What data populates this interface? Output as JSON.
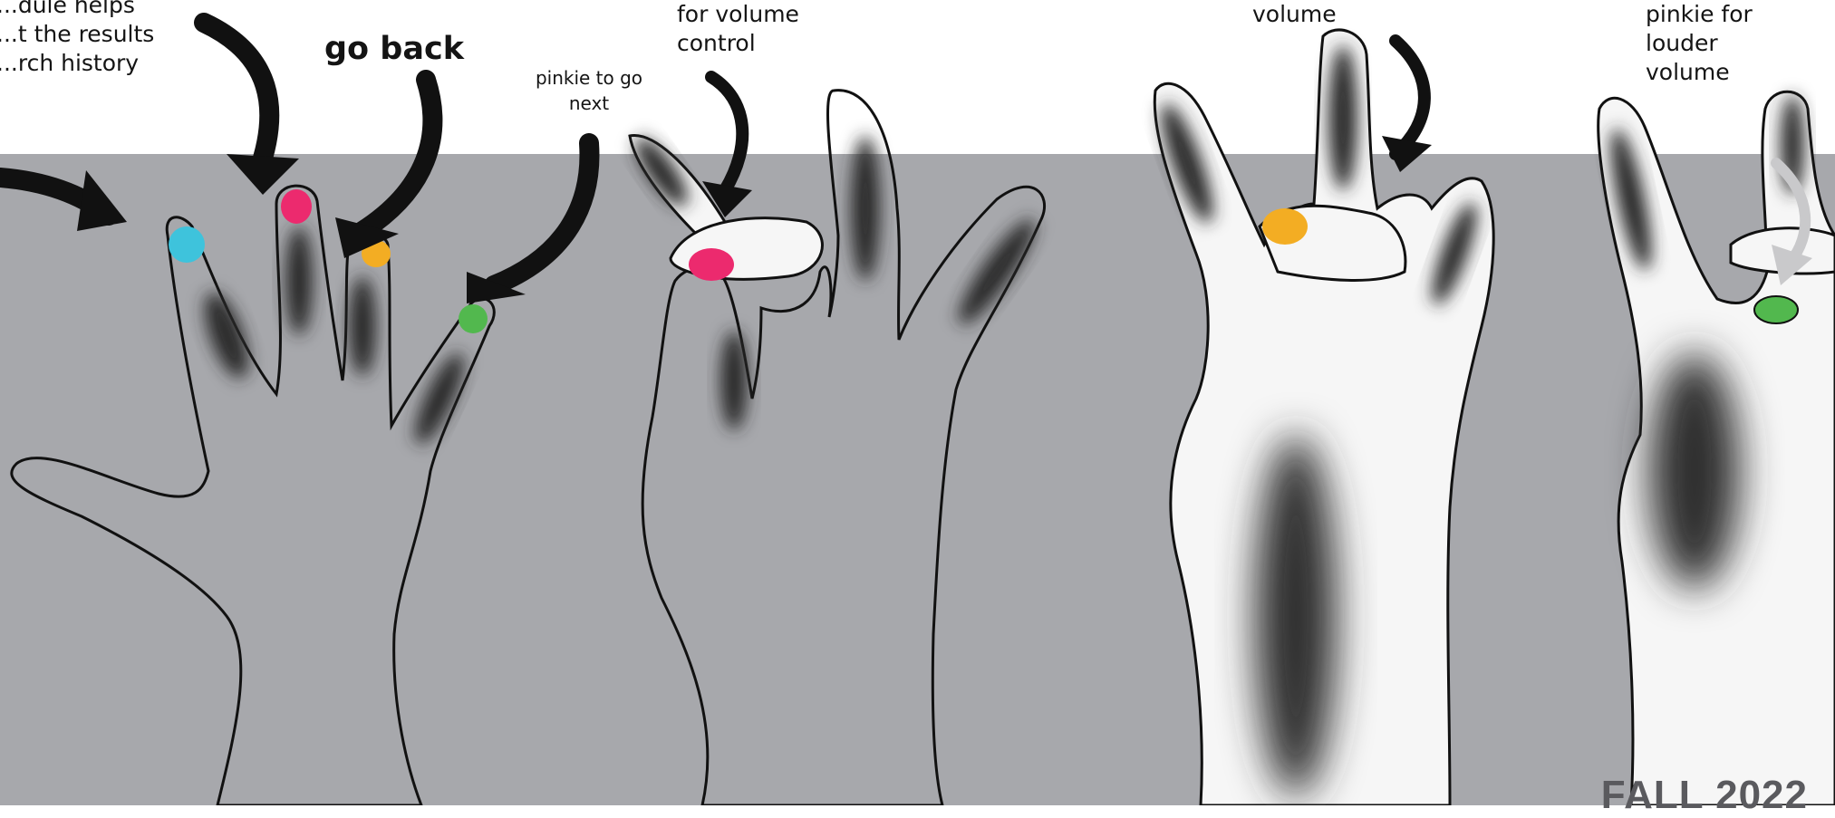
{
  "labels": {
    "search_history_note": [
      "...dule helps",
      "...t the results",
      "...rch history"
    ],
    "go_back": "go back",
    "pinkie_next": [
      "pinkie to go",
      "next"
    ],
    "volume_control": [
      "for volume",
      "control"
    ],
    "volume": "volume",
    "pinkie_louder": [
      "pinkie for",
      "louder",
      "volume"
    ]
  },
  "footer": "FALL 2022",
  "colors": {
    "background": "#a7a8ac",
    "hand": "#f6f6f6",
    "outline": "#111111",
    "fingertip_blue": "#3ec3dc",
    "fingertip_pink": "#ec2a6e",
    "fingertip_orange": "#f3ad23",
    "fingertip_green": "#52b84e",
    "ghost_arrow": "#c9c9cb"
  }
}
